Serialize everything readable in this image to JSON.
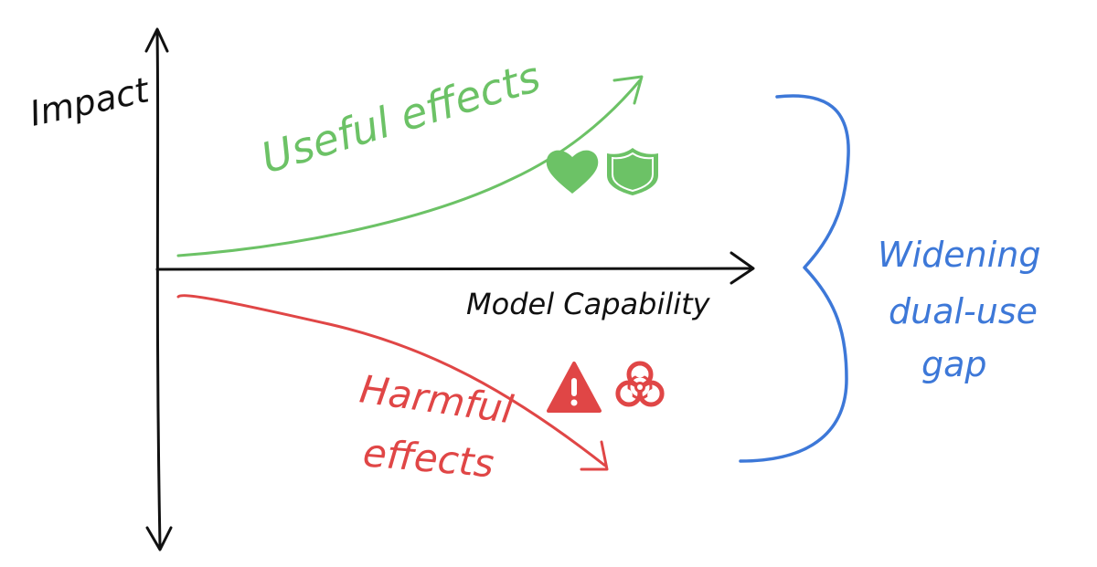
{
  "axes": {
    "y_label": "Impact",
    "x_label": "Model Capability"
  },
  "useful": {
    "label": "Useful effects",
    "color": "#6cc266",
    "icons": [
      "heart-icon",
      "shield-icon"
    ]
  },
  "harmful": {
    "label_line1": "Harmful",
    "label_line2": "effects",
    "color": "#e04646",
    "icons": [
      "warning-icon",
      "biohazard-icon"
    ]
  },
  "gap": {
    "line1": "Widening",
    "line2": "dual-use",
    "line3": "gap",
    "color": "#3d78d8"
  },
  "axis_color": "#111111"
}
